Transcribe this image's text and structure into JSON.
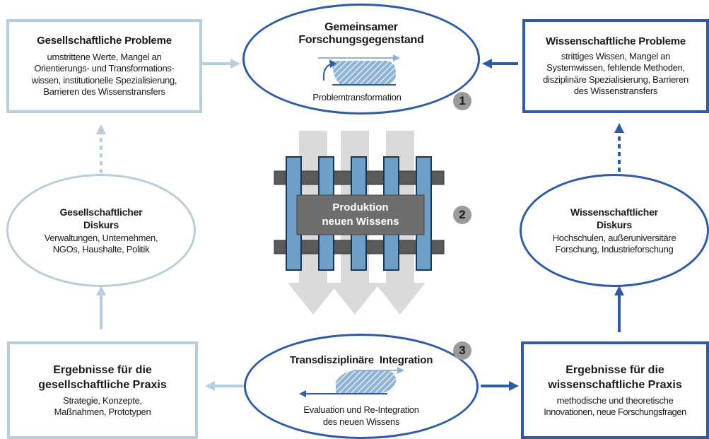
{
  "top_left": {
    "title": "Gesellschaftliche Probleme",
    "lines": [
      "umstrittene Werte, Mangel an",
      "Orientierungs- und Transformations-",
      "wissen, institutionelle Spezialisierung,",
      "Barrieren des Wissenstransfers"
    ]
  },
  "top_center": {
    "title_lines": [
      "Gemeinsamer",
      "Forschungsgegenstand"
    ],
    "caption": "Problemtransformation",
    "number": "1"
  },
  "top_right": {
    "title": "Wissenschaftliche Probleme",
    "lines": [
      "strittiges Wissen, Mangel an",
      "Systemwissen, fehlende Methoden,",
      "disziplinäre Spezialisierung, Barrieren",
      "des Wissenstransfers"
    ]
  },
  "mid_left": {
    "title_lines": [
      "Gesellschaftlicher",
      "Diskurs"
    ],
    "lines": [
      "Verwaltungen, Unternehmen,",
      "NGOs, Haushalte, Politik"
    ]
  },
  "mid_center": {
    "label_lines": [
      "Produktion",
      "neuen Wissens"
    ],
    "number": "2"
  },
  "mid_right": {
    "title_lines": [
      "Wissenschaftlicher",
      "Diskurs"
    ],
    "lines": [
      "Hochschulen, außeruniversitäre",
      "Forschung, Industrieforschung"
    ]
  },
  "bottom_left": {
    "title_lines": [
      "Ergebnisse für die",
      "gesellschaftliche Praxis"
    ],
    "lines": [
      "Strategie, Konzepte,",
      "Maßnahmen, Prototypen"
    ]
  },
  "bottom_center": {
    "title": "Transdisziplinäre  Integration",
    "lines": [
      "Evaluation und Re-Integration",
      "des neuen Wissens"
    ],
    "number": "3"
  },
  "bottom_right": {
    "title_lines": [
      "Ergebnisse für die",
      "wissenschaftliche Praxis"
    ],
    "lines": [
      "methodische und theoretische",
      "Innovationen, neue Forschungsfragen"
    ]
  },
  "colors": {
    "light_blue": "#b7cede",
    "dark_blue": "#2f5aa8",
    "bar_blue": "#6f9fc4",
    "gray_bar": "#5a5a5a",
    "gray_arrow": "#d9d9d9",
    "badge_gray": "#9a9a9a"
  }
}
